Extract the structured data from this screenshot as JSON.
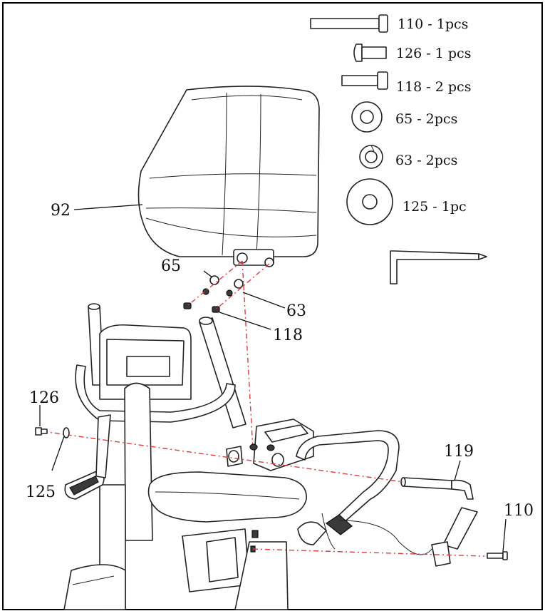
{
  "hardware_list": [
    {
      "part": "110",
      "qty": "1pcs",
      "label": "110 - 1pcs"
    },
    {
      "part": "126",
      "qty": "1 pcs",
      "label": "126 - 1 pcs"
    },
    {
      "part": "118",
      "qty": "2 pcs",
      "label": "118 - 2 pcs"
    },
    {
      "part": "65",
      "qty": "2pcs",
      "label": "65 - 2pcs"
    },
    {
      "part": "63",
      "qty": "2pcs",
      "label": "63 - 2pcs"
    },
    {
      "part": "125",
      "qty": "1pc",
      "label": "125 - 1pc"
    }
  ],
  "callouts": {
    "backrest": "92",
    "washer_large": "65",
    "washer_small": "63",
    "bolt_backrest": "118",
    "bolt_rail": "126",
    "washer_rail": "125",
    "rail_tube": "119",
    "bolt_front": "110"
  },
  "colors": {
    "line": "#222222",
    "assembly_path": "#e03a3a",
    "frame": "#000000",
    "background": "#ffffff"
  }
}
